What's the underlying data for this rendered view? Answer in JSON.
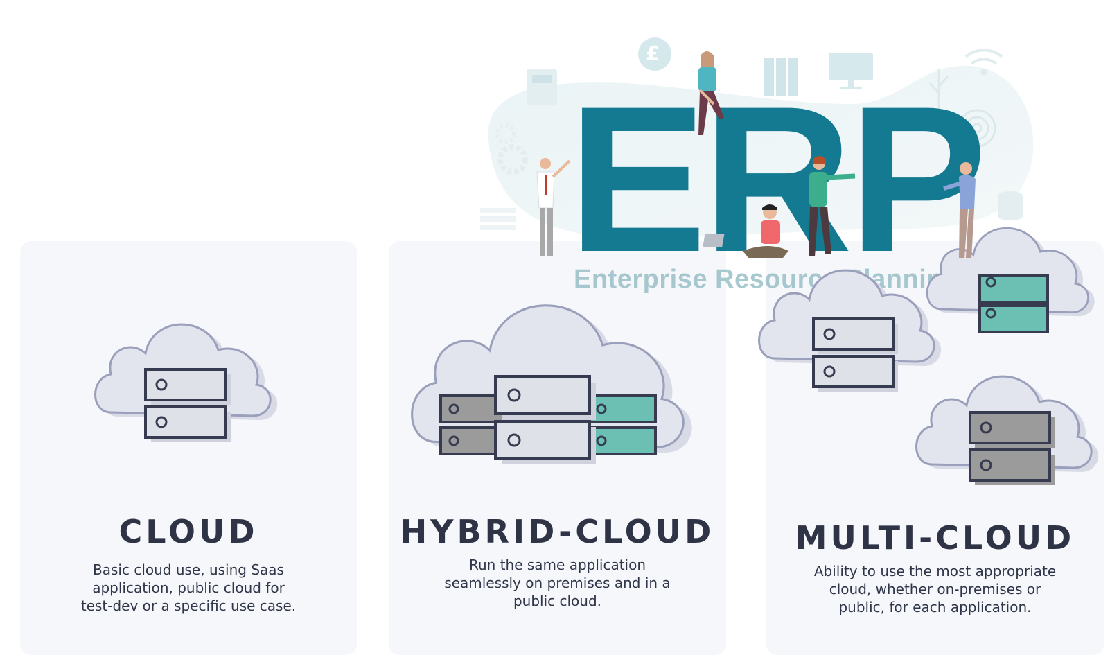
{
  "hero": {
    "logo_text": "ERP",
    "subtitle": "Enterprise Resource Planning",
    "currency_symbol": "£"
  },
  "cards": [
    {
      "title": "CLOUD",
      "description": "Basic cloud use, using Saas\napplication, public cloud for\ntest-dev or a specific use case."
    },
    {
      "title": "HYBRID-CLOUD",
      "description": "Run the same application\nseamlessly on premises and in a\npublic cloud."
    },
    {
      "title": "MULTI-CLOUD",
      "description": "Ability to use the most appropriate\ncloud, whether on-premises or\npublic, for each application."
    }
  ],
  "colors": {
    "card_bg": "#f6f7fa",
    "title_text": "#2f3346",
    "erp_teal": "#137a92",
    "server_teal": "#6cbfb3",
    "server_gray": "#9b9b9b",
    "server_light": "#dfe1e8",
    "cloud_fill": "#e3e5ee",
    "cloud_stroke": "#9aa0bb"
  }
}
